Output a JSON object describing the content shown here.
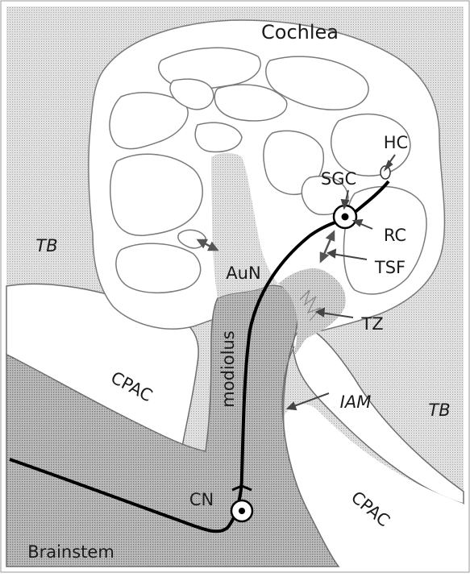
{
  "labels": {
    "cochlea": "Cochlea",
    "hc": "HC",
    "sgc": "SGC",
    "rc": "RC",
    "tsf": "TSF",
    "tz": "TZ",
    "aun": "AuN",
    "tb_left": "TB",
    "tb_right": "TB",
    "cpac_left": "CPAC",
    "cpac_right": "CPAC",
    "modiolus": "modiolus",
    "iam": "IAM",
    "cn": "CN",
    "brainstem": "Brainstem"
  },
  "colors": {
    "bone_fill": "#d9d9d9",
    "nerve_fill": "#b3b3b3",
    "transition_fill": "#cfcfcf",
    "outline": "#6e6e6e",
    "fiber": "#000000",
    "text": "#1a1a1a"
  }
}
